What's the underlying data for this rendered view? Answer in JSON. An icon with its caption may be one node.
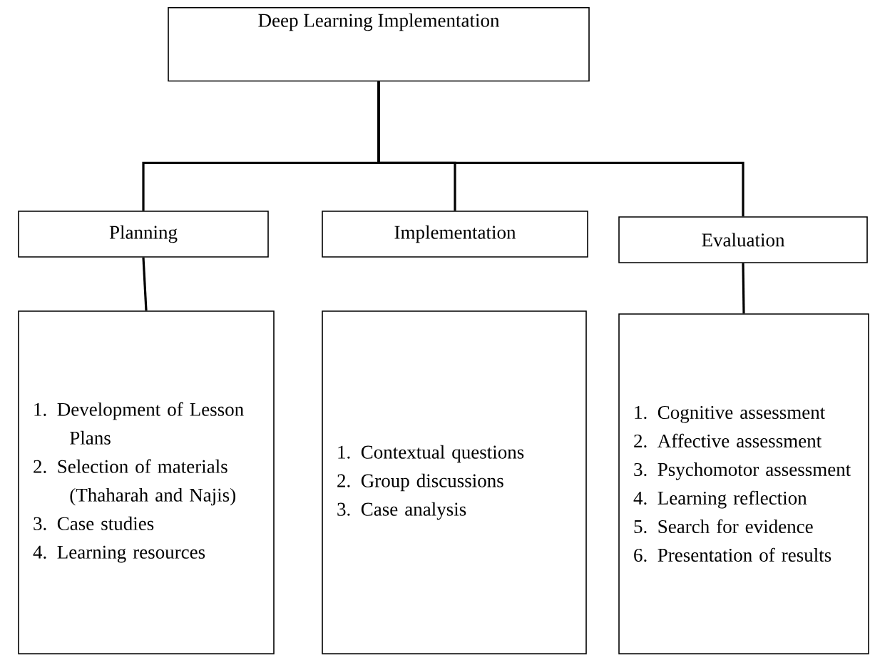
{
  "diagram": {
    "nodes": [
      {
        "text": [
          "Deep Learning Implementation"
        ]
      },
      {
        "text": [
          "Planning"
        ]
      },
      {
        "text": [
          "Implementation"
        ]
      },
      {
        "text": [
          "Evaluation"
        ]
      },
      {
        "text": [
          "1. Development of Lesson Plans",
          "2. Selection of materials (Thaharah and Najis)",
          "3. Case studies",
          "4. Learning resources"
        ]
      },
      {
        "text": [
          "1. Contextual questions",
          "2. Group discussions",
          "3. Case analysis"
        ]
      },
      {
        "text": [
          "1. Cognitive assessment",
          "2. Affective assessment",
          "3. Psychomotor assessment",
          "4. Learning reflection",
          "5. Search for evidence",
          "6. Presentation of results"
        ]
      }
    ],
    "edges": [
      {
        "from": 0,
        "to": 1,
        "arrow": "none"
      },
      {
        "from": 0,
        "to": 2,
        "arrow": "none"
      },
      {
        "from": 0,
        "to": 3,
        "arrow": "none"
      },
      {
        "from": 1,
        "to": 4,
        "arrow": "none"
      },
      {
        "from": 3,
        "to": 6,
        "arrow": "none"
      }
    ]
  }
}
